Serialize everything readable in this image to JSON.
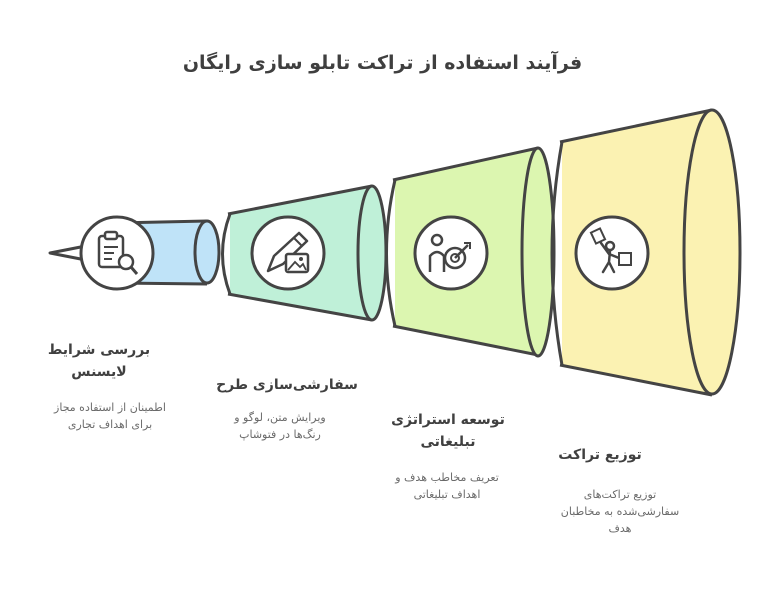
{
  "title": "فرآیند استفاده از تراکت تابلو سازی رایگان",
  "stages": [
    {
      "title_line1": "بررسی شرایط",
      "title_line2": "لایسنس",
      "desc_line1": "اطمینان از استفاده مجاز",
      "desc_line2": "برای اهداف تجاری",
      "icon": "clipboard-search-icon",
      "color": "#bfe3f8"
    },
    {
      "title_line1": "سفارشی‌سازی طرح",
      "title_line2": "",
      "desc_line1": "ویرایش متن، لوگو و",
      "desc_line2": "رنگ‌ها در فتوشاپ",
      "icon": "pencil-image-icon",
      "color": "#bff0d8"
    },
    {
      "title_line1": "توسعه استراتژی",
      "title_line2": "تبلیغاتی",
      "desc_line1": "تعریف مخاطب هدف و",
      "desc_line2": "اهداف تبلیغاتی",
      "icon": "person-target-icon",
      "color": "#dcf6b0"
    },
    {
      "title_line1": "توزیع تراکت",
      "title_line2": "",
      "desc_line1": "توزیع تراکت‌های",
      "desc_line2": "سفارشی‌شده به مخاطبان",
      "desc_line3": "هدف",
      "icon": "person-flyer-icon",
      "color": "#fbf2b2"
    }
  ]
}
